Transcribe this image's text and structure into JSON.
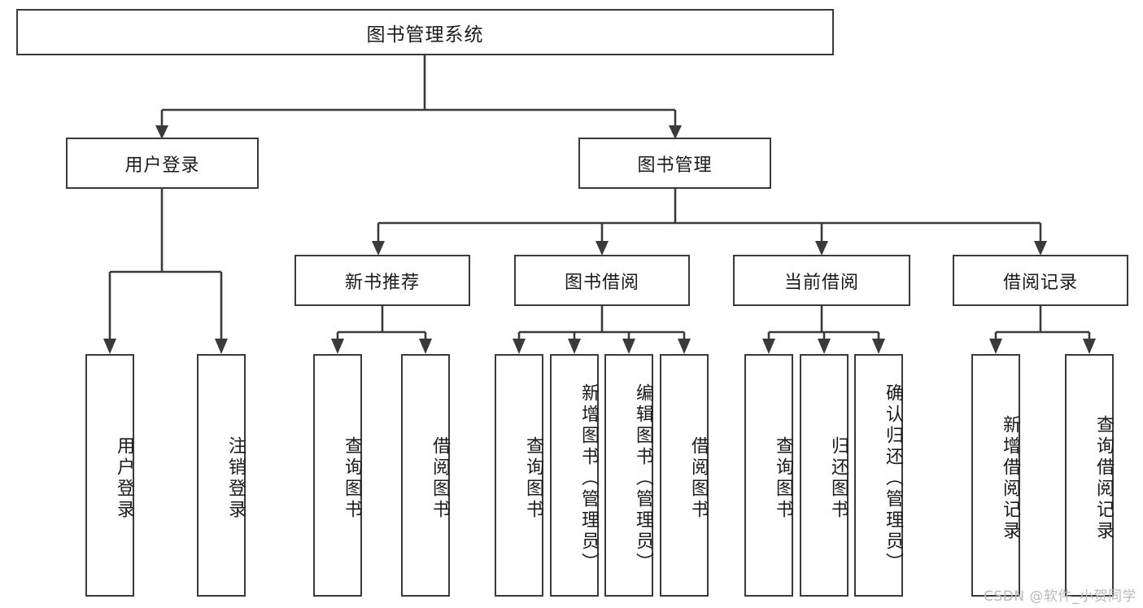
{
  "diagram": {
    "kind": "tree-hierarchy-chart",
    "title_text": "图书管理系统",
    "watermark": "CSDN @软件_小贺同学",
    "colors": {
      "stroke": "#3a3a3a",
      "fill": "#ffffff",
      "text": "#1a1a1a",
      "watermark": "#b9b9b9"
    }
  },
  "nodes": {
    "root": {
      "label": "图书管理系统"
    },
    "level1": [
      {
        "label": "用户登录"
      },
      {
        "label": "图书管理"
      }
    ],
    "level2": [
      {
        "label": "新书推荐"
      },
      {
        "label": "图书借阅"
      },
      {
        "label": "当前借阅"
      },
      {
        "label": "借阅记录"
      }
    ],
    "leaves": {
      "user_login": [
        {
          "label": "用户登录"
        },
        {
          "label": "注销登录"
        }
      ],
      "new_book": [
        {
          "label": "查询图书"
        },
        {
          "label": "借阅图书"
        }
      ],
      "book_borrow": [
        {
          "label": "查询图书"
        },
        {
          "label": "新增图书（管理员）"
        },
        {
          "label": "编辑图书（管理员）"
        },
        {
          "label": "借阅图书"
        }
      ],
      "current_borrow": [
        {
          "label": "查询图书"
        },
        {
          "label": "归还图书"
        },
        {
          "label": "确认归还（管理员）"
        }
      ],
      "borrow_record": [
        {
          "label": "新增借阅记录"
        },
        {
          "label": "查询借阅记录"
        }
      ]
    }
  }
}
